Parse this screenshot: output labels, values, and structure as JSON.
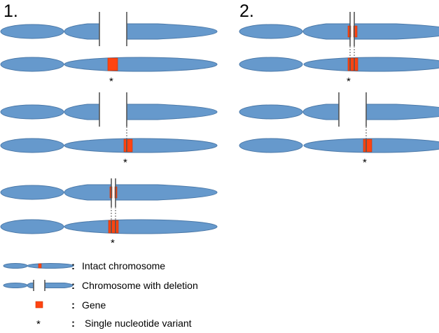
{
  "panels": [
    {
      "label": "1."
    },
    {
      "label": "2."
    }
  ],
  "snv_marker": "*",
  "legend_separator": ":",
  "legend": [
    {
      "text": "Intact chromosome",
      "icon": "intact-chromosome-icon"
    },
    {
      "text": "Chromosome with deletion",
      "icon": "chromosome-with-deletion-icon"
    },
    {
      "text": "Gene",
      "icon": "gene-icon"
    },
    {
      "text": "Single nucleotide variant",
      "icon": "snv-asterisk"
    }
  ],
  "colors": {
    "chromosome_fill": "#6699CC",
    "chromosome_stroke": "#4A78A8",
    "gene": "#FF4411",
    "gene_stroke": "#CC3300",
    "breakpoint": "#555555"
  }
}
